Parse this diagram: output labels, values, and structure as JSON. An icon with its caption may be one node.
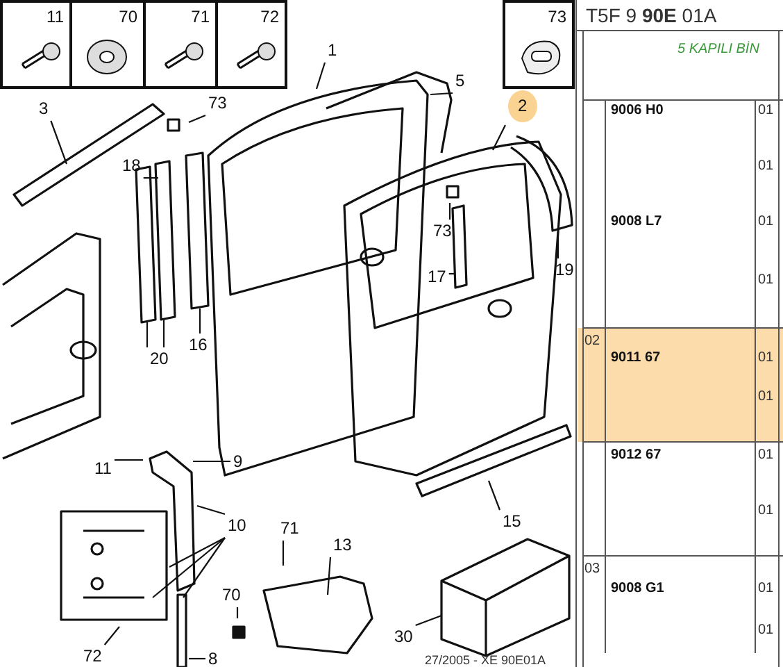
{
  "diagram": {
    "nodes": [
      {
        "text": [
          "11"
        ]
      },
      {
        "text": [
          "70"
        ]
      },
      {
        "text": [
          "71"
        ]
      },
      {
        "text": [
          "72"
        ]
      },
      {
        "text": [
          "73"
        ]
      },
      {
        "text": [
          "1"
        ]
      },
      {
        "text": [
          "5"
        ]
      },
      {
        "text": [
          "3"
        ]
      },
      {
        "text": [
          "73"
        ]
      },
      {
        "text": [
          "2"
        ]
      },
      {
        "text": [
          "18"
        ]
      },
      {
        "text": [
          "73"
        ]
      },
      {
        "text": [
          "17"
        ]
      },
      {
        "text": [
          "19"
        ]
      },
      {
        "text": [
          "20"
        ]
      },
      {
        "text": [
          "16"
        ]
      },
      {
        "text": [
          "9"
        ]
      },
      {
        "text": [
          "11"
        ]
      },
      {
        "text": [
          "10"
        ]
      },
      {
        "text": [
          "15"
        ]
      },
      {
        "text": [
          "71"
        ]
      },
      {
        "text": [
          "13"
        ]
      },
      {
        "text": [
          "70"
        ]
      },
      {
        "text": [
          "30"
        ]
      },
      {
        "text": [
          "72"
        ]
      },
      {
        "text": [
          "8"
        ]
      }
    ],
    "edges": [
      {
        "from": 5,
        "to": null,
        "arrow": "none"
      },
      {
        "from": 6,
        "to": null,
        "arrow": "none"
      },
      {
        "from": 7,
        "to": null,
        "arrow": "none"
      },
      {
        "from": 8,
        "to": null,
        "arrow": "none"
      },
      {
        "from": 9,
        "to": null,
        "arrow": "none"
      },
      {
        "from": 10,
        "to": null,
        "arrow": "none"
      },
      {
        "from": 11,
        "to": null,
        "arrow": "none"
      },
      {
        "from": 12,
        "to": null,
        "arrow": "none"
      },
      {
        "from": 13,
        "to": null,
        "arrow": "none"
      },
      {
        "from": 14,
        "to": null,
        "arrow": "none"
      },
      {
        "from": 14,
        "to": null,
        "arrow": "none"
      },
      {
        "from": 15,
        "to": null,
        "arrow": "none"
      },
      {
        "from": 16,
        "to": null,
        "arrow": "none"
      },
      {
        "from": 17,
        "to": null,
        "arrow": "none"
      },
      {
        "from": 18,
        "to": null,
        "arrow": "none"
      },
      {
        "from": 18,
        "to": null,
        "arrow": "none"
      },
      {
        "from": 18,
        "to": null,
        "arrow": "none"
      },
      {
        "from": 18,
        "to": null,
        "arrow": "none"
      },
      {
        "from": 19,
        "to": null,
        "arrow": "none"
      },
      {
        "from": 20,
        "to": null,
        "arrow": "none"
      },
      {
        "from": 21,
        "to": null,
        "arrow": "none"
      },
      {
        "from": 22,
        "to": null,
        "arrow": "none"
      },
      {
        "from": 23,
        "to": null,
        "arrow": "none"
      },
      {
        "from": 24,
        "to": null,
        "arrow": "none"
      },
      {
        "from": 25,
        "to": null,
        "arrow": "none"
      }
    ],
    "labels": [
      "T5F 9 **90E** 01A",
      "5 KAPILI BİN",
      "9006 H0",
      "01",
      "01",
      "9008 L7",
      "01",
      "01",
      "02",
      "9011 67",
      "01",
      "01",
      "9012 67",
      "01",
      "01",
      "03",
      "9008 G1",
      "01",
      "01",
      "27/2005 - XE 90E01A"
    ]
  }
}
